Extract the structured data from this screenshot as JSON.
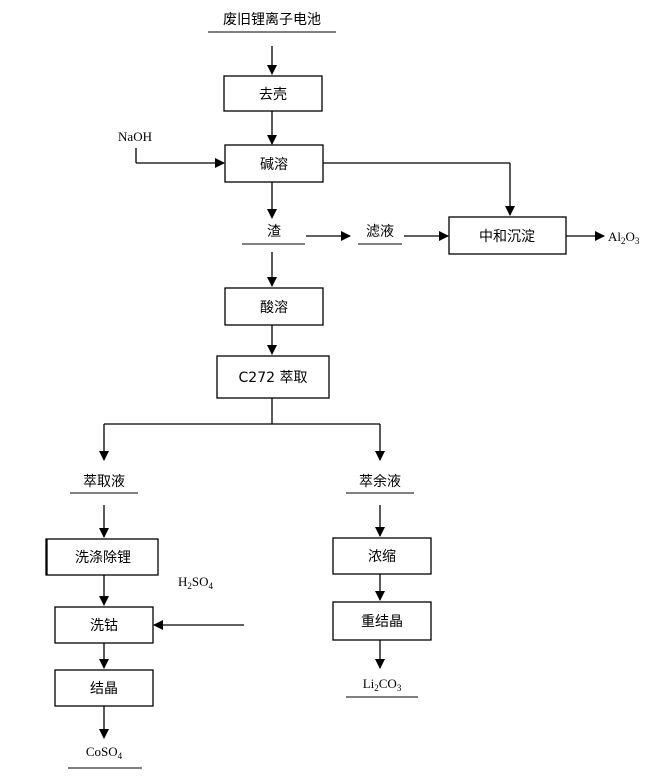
{
  "nodes": {
    "battery": "废旧锂离子电池",
    "shell_removal": "去壳",
    "alkali_dissolve": "碱溶",
    "residue": "渣",
    "filtrate": "滤液",
    "neutralize_precipitate": "中和沉淀",
    "acid_dissolve": "酸溶",
    "c272_extraction": "C272 萃取",
    "extract": "萃取液",
    "raffinate": "萃余液",
    "wash_li": "洗涤除锂",
    "concentrate": "浓缩",
    "wash_co": "洗钴",
    "recrystallize": "重结晶",
    "crystallize": "结晶"
  },
  "reagents": {
    "naoh": "NaOH",
    "h2so4": {
      "a": "H",
      "a_sub": "2",
      "b": "SO",
      "b_sub": "4"
    }
  },
  "products": {
    "al2o3": {
      "a": "Al",
      "a_sub": "2",
      "b": "O",
      "b_sub": "3"
    },
    "li2co3": {
      "a": "Li",
      "a_sub": "2",
      "b": "CO",
      "b_sub": "3"
    },
    "coso4": {
      "a": "CoSO",
      "a_sub": "4"
    }
  }
}
